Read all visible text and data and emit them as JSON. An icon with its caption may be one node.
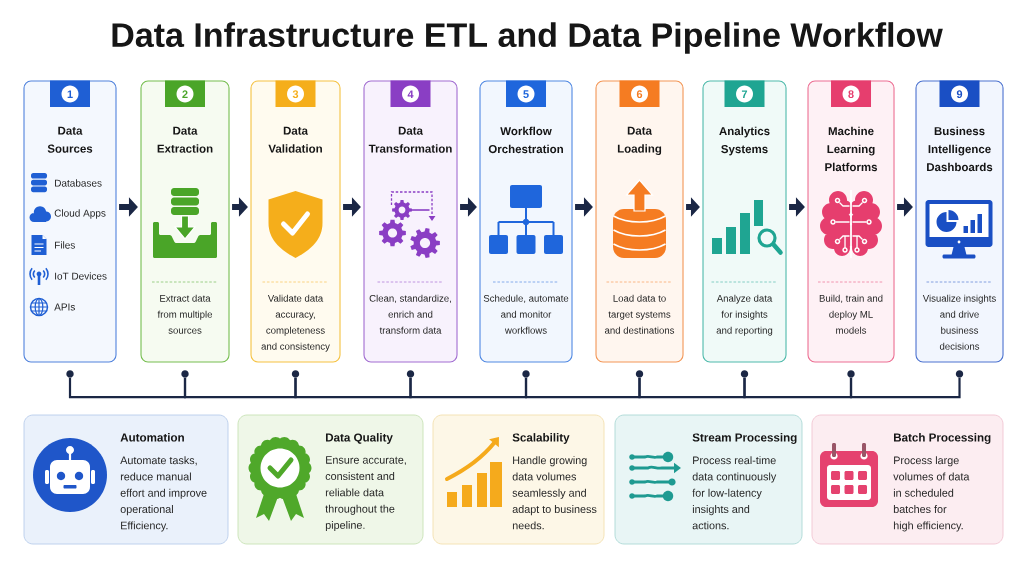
{
  "diagram": {
    "title": "Data Infrastructure ETL and Data Pipeline Workflow",
    "nodes": [
      {
        "text": [
          "1",
          "Data Sources",
          "Databases",
          "Cloud Apps",
          "Files",
          "IoT Devices",
          "APIs"
        ]
      },
      {
        "text": [
          "2",
          "Data Extraction",
          "Extract data from multiple sources"
        ]
      },
      {
        "text": [
          "3",
          "Data Validation",
          "Validate data accuracy, completeness and consistency"
        ]
      },
      {
        "text": [
          "4",
          "Data Transformation",
          "Clean, standardize, enrich and transform data"
        ]
      },
      {
        "text": [
          "5",
          "Workflow Orchestration",
          "Schedule, automate and monitor workflows"
        ]
      },
      {
        "text": [
          "6",
          "Data Loading",
          "Load data to target systems and destinations"
        ]
      },
      {
        "text": [
          "7",
          "Analytics Systems",
          "Analyze data for insights and reporting"
        ]
      },
      {
        "text": [
          "8",
          "Machine Learning Platforms",
          "Build, train and deploy ML models"
        ]
      },
      {
        "text": [
          "9",
          "Business Intelligence Dashboards",
          "Visualize insights and drive business decisions"
        ]
      },
      {
        "text": [],
        "shape": "circle"
      },
      {
        "text": [],
        "shape": "circle"
      },
      {
        "text": [],
        "shape": "circle"
      },
      {
        "text": [],
        "shape": "circle"
      },
      {
        "text": [],
        "shape": "circle"
      },
      {
        "text": [],
        "shape": "circle"
      },
      {
        "text": [],
        "shape": "circle"
      },
      {
        "text": [],
        "shape": "circle"
      },
      {
        "text": [],
        "shape": "circle"
      },
      {
        "text": [
          "Automation",
          "Automate tasks, reduce manual effort and improve operational Efficiency."
        ]
      },
      {
        "text": [
          "Data Quality",
          "Ensure accurate, consistent and reliable data throughout the pipeline."
        ]
      },
      {
        "text": [
          "Scalability",
          "Handle growing data volumes seamlessly and adapt to business needs."
        ]
      },
      {
        "text": [
          "Stream Processing",
          "Process real-time data continuously for low-latency insights and actions."
        ]
      },
      {
        "text": [
          "Batch Processing",
          "Process large volumes of data in scheduled batches for high efficiency."
        ]
      }
    ],
    "edges": [
      {
        "from": 0,
        "to": 1,
        "arrow": "to",
        "style": "thick"
      },
      {
        "from": 1,
        "to": 2,
        "arrow": "to",
        "style": "thick"
      },
      {
        "from": 2,
        "to": 3,
        "arrow": "to",
        "style": "thick"
      },
      {
        "from": 3,
        "to": 4,
        "arrow": "to",
        "style": "thick"
      },
      {
        "from": 4,
        "to": 5,
        "arrow": "to",
        "style": "thick"
      },
      {
        "from": 5,
        "to": 6,
        "arrow": "to",
        "style": "thick"
      },
      {
        "from": 6,
        "to": 7,
        "arrow": "to",
        "style": "thick"
      },
      {
        "from": 7,
        "to": 8,
        "arrow": "to",
        "style": "thick"
      },
      {
        "from": 9,
        "to": 10,
        "arrow": "none"
      },
      {
        "from": 10,
        "to": 11,
        "arrow": "none"
      },
      {
        "from": 11,
        "to": 12,
        "arrow": "none"
      },
      {
        "from": 12,
        "to": 13,
        "arrow": "none"
      },
      {
        "from": 13,
        "to": 14,
        "arrow": "none"
      },
      {
        "from": 14,
        "to": 15,
        "arrow": "none"
      },
      {
        "from": 15,
        "to": 16,
        "arrow": "none"
      },
      {
        "from": 16,
        "to": 17,
        "arrow": "none"
      }
    ]
  }
}
